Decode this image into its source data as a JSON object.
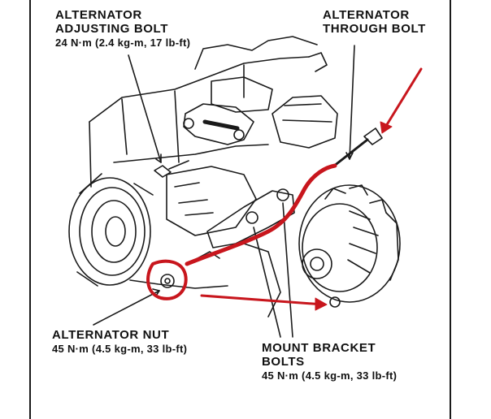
{
  "labels": {
    "adjusting_bolt": {
      "line1": "ALTERNATOR",
      "line2": "ADJUSTING BOLT",
      "spec": "24 N·m (2.4 kg-m, 17 lb-ft)"
    },
    "through_bolt": {
      "line1": "ALTERNATOR",
      "line2": "THROUGH BOLT"
    },
    "nut": {
      "line1": "ALTERNATOR NUT",
      "spec": "45 N·m (4.5 kg-m, 33 lb-ft)"
    },
    "mount_bolts": {
      "line1": "MOUNT BRACKET",
      "line2": "BOLTS",
      "spec": "45 N·m (4.5 kg-m, 33 lb-ft)"
    }
  },
  "colors": {
    "annotation_red": "#c8161d",
    "line_art": "#1a1a1a",
    "background": "#ffffff"
  }
}
